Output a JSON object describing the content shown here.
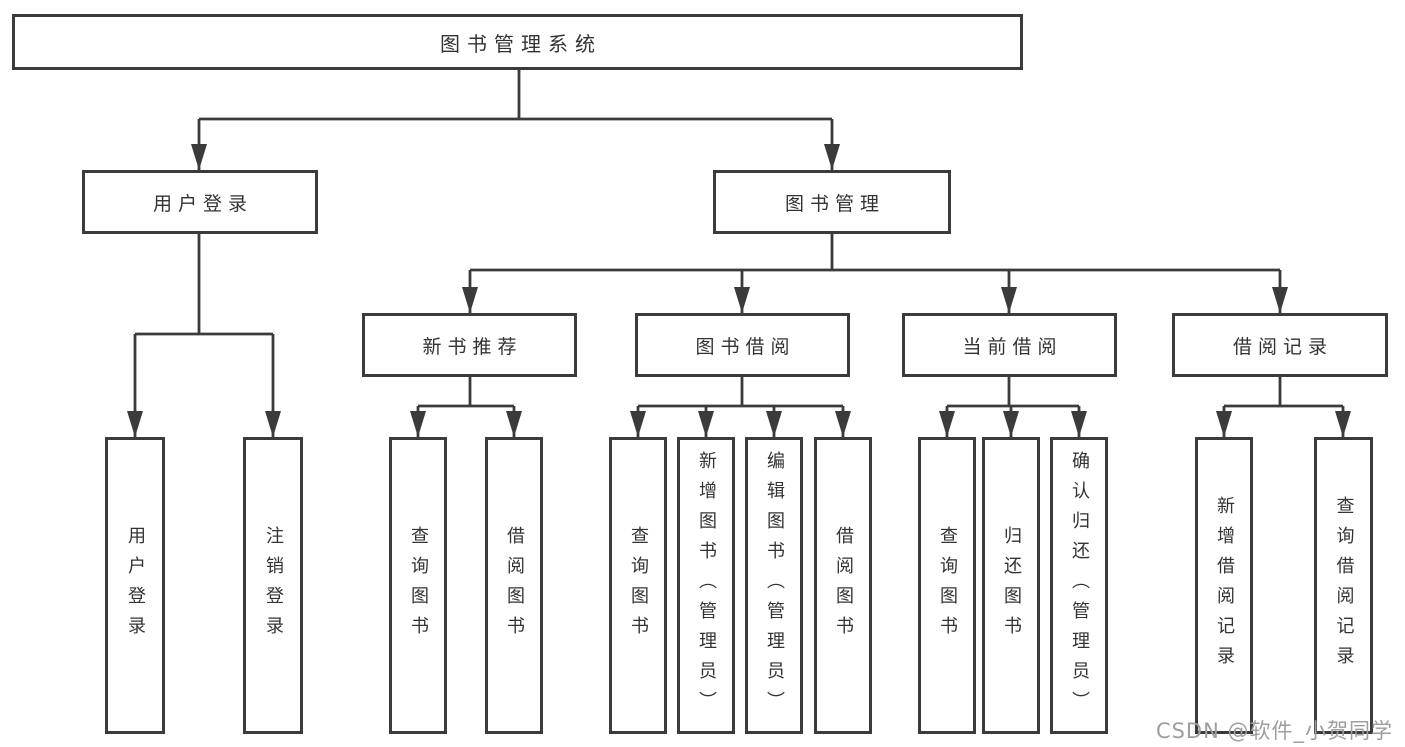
{
  "diagram": {
    "root": {
      "label": "图书管理系统"
    },
    "branches": [
      {
        "label": "用户登录",
        "children": [
          {
            "label": "用户登录"
          },
          {
            "label": "注销登录"
          }
        ]
      },
      {
        "label": "图书管理",
        "sections": [
          {
            "label": "新书推荐",
            "children": [
              "查询图书",
              "借阅图书"
            ]
          },
          {
            "label": "图书借阅",
            "children": [
              "查询图书",
              "新增图书（管理员）",
              "编辑图书（管理员）",
              "借阅图书"
            ]
          },
          {
            "label": "当前借阅",
            "children": [
              "查询图书",
              "归还图书",
              "确认归还（管理员）"
            ]
          },
          {
            "label": "借阅记录",
            "children": [
              "新增借阅记录",
              "查询借阅记录"
            ]
          }
        ]
      }
    ]
  },
  "watermark": {
    "text": "CSDN @软件_小贺同学"
  },
  "colors": {
    "line": "#3b3b3b",
    "box_fill": "#ffffff",
    "text": "#333333",
    "background": "#ffffff",
    "watermark": "#9e9e9e"
  }
}
